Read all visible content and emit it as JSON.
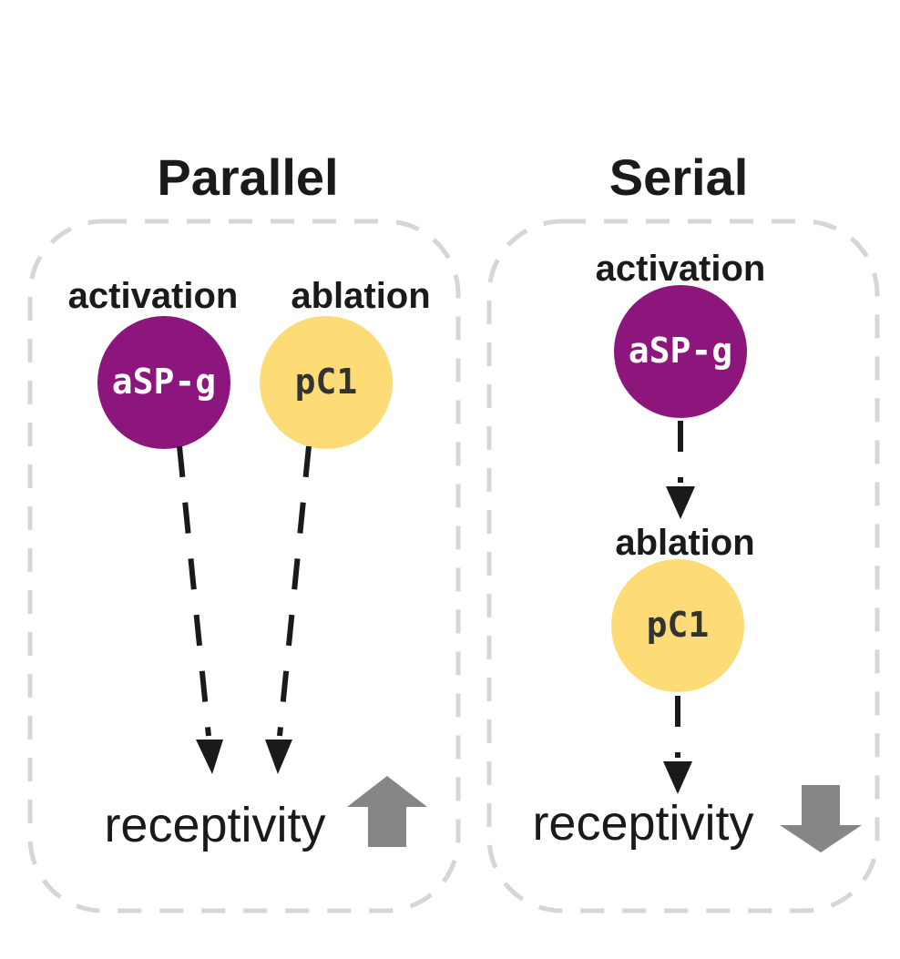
{
  "colors": {
    "activation_node": "#8d167c",
    "ablation_node": "#fddc77",
    "activation_text": "#ffffff",
    "ablation_text": "#333333",
    "trend_arrow": "#868686"
  },
  "panels": {
    "parallel": {
      "title": "Parallel",
      "activation_label": "activation",
      "ablation_label": "ablation",
      "activation_node": "aSP-g",
      "ablation_node": "pC1",
      "outcome": "receptivity",
      "trend_icon": "up-arrow-icon"
    },
    "serial": {
      "title": "Serial",
      "activation_label": "activation",
      "ablation_label": "ablation",
      "activation_node": "aSP-g",
      "ablation_node": "pC1",
      "outcome": "receptivity",
      "trend_icon": "down-arrow-icon"
    }
  }
}
